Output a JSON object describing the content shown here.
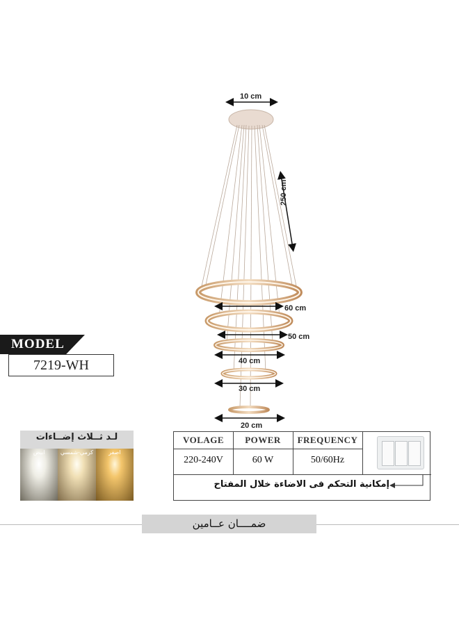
{
  "dimensions": {
    "canopy": "10 cm",
    "cable": "250 cm",
    "ring1": "60 cm",
    "ring2": "50 cm",
    "ring3": "40 cm",
    "ring4": "30 cm",
    "ring5": "20 cm"
  },
  "model": {
    "label": "MODEL",
    "number": "7219-WH"
  },
  "lighting": {
    "title": "لـد ثــلاث إضــاءات",
    "options": [
      {
        "label": "ابيض",
        "color": "#efeee6"
      },
      {
        "label": "كرمي-شمسي",
        "color": "#f1e0b6"
      },
      {
        "label": "اصفر",
        "color": "#f4c66c"
      }
    ]
  },
  "specs": {
    "headers": [
      "VOLAGE",
      "POWER",
      "FREQUENCY"
    ],
    "values": [
      "220-240V",
      "60 W",
      "50/60Hz"
    ]
  },
  "control_note": "إمكانية التحكم فى الاضاءة خلال المفتاح",
  "warranty": "ضمــــان عــامين",
  "colors": {
    "ring_gold": "#d9b07a",
    "canopy": "#e8d8cc",
    "label_bg": "#1a1a1a"
  }
}
